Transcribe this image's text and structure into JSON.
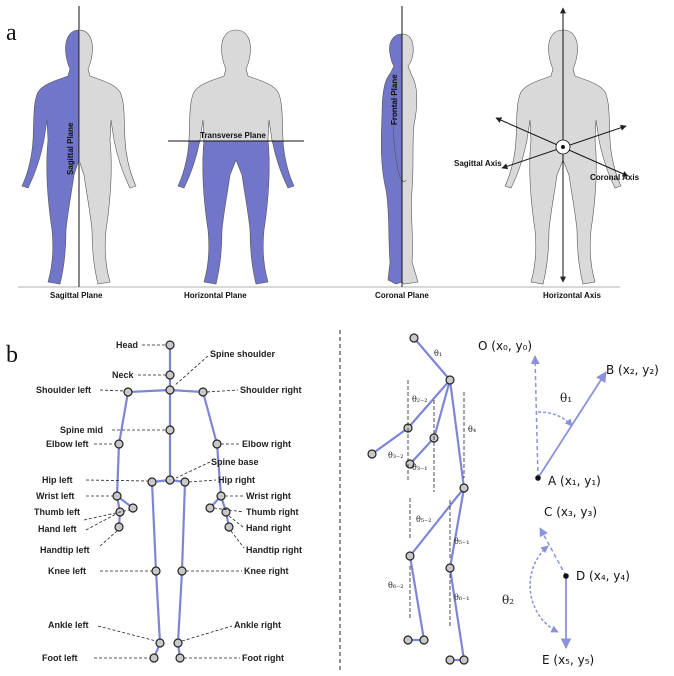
{
  "panels": {
    "a": "a",
    "b": "b"
  },
  "planes": {
    "sagittal_vertical": "Sagittal Plane",
    "transverse": "Transverse Plane",
    "frontal": "Frontal Plane",
    "sagittal_axis": "Sagittal Axis",
    "coronal_axis": "Coronal Axis"
  },
  "captions": [
    "Sagittal Plane",
    "Horizontal Plane",
    "Coronal Plane",
    "Horizontal Axis"
  ],
  "joints_left": [
    "Head",
    "Neck",
    "Shoulder left",
    "Spine mid",
    "Elbow left",
    "Hip left",
    "Wrist left",
    "Thumb left",
    "Hand left",
    "Handtip left",
    "Knee left",
    "Ankle left",
    "Foot left"
  ],
  "joints_right": [
    "Spine shoulder",
    "Shoulder right",
    "Elbow right",
    "Spine base",
    "Hip right",
    "Wrist right",
    "Thumb right",
    "Hand right",
    "Handtip right",
    "Knee right",
    "Ankle right",
    "Foot right"
  ],
  "thetas": {
    "t1": "θ₁",
    "t2_2": "θ₂₋₂",
    "t4": "θ₄",
    "t3_2": "θ₃₋₂",
    "t3_1": "θ₃₋₁",
    "t5_2": "θ₅₋₂",
    "t5_1": "θ₅₋₁",
    "t6_2": "θ₆₋₂",
    "t6_1": "θ₆₋₁"
  },
  "vectors": {
    "O": "O (x₀, y₀)",
    "B": "B (x₂, y₂)",
    "A": "A (x₁, y₁)",
    "theta1": "θ₁",
    "C": "C (x₃, y₃)",
    "D": "D (x₄, y₄)",
    "theta2": "θ₂",
    "E": "E (x₅, y₅)"
  },
  "colors": {
    "body_blue": "#7176c9",
    "body_gray": "#d9d9d9",
    "bone": "#7d86d6",
    "joint_fill": "#c8c8c8"
  }
}
